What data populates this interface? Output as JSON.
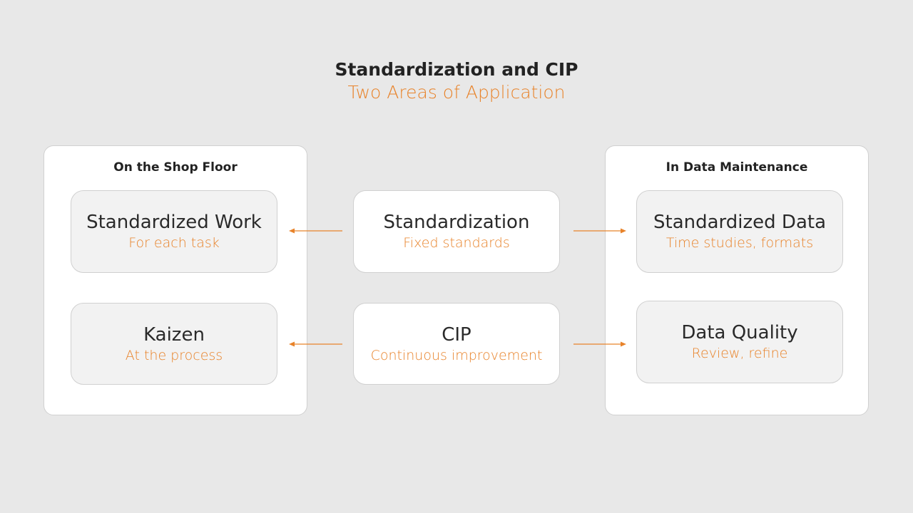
{
  "header": {
    "title": "Standardization and CIP",
    "subtitle": "Two Areas of Application"
  },
  "colors": {
    "accent": "#e8832a",
    "background": "#e8e8e8"
  },
  "left_panel": {
    "title": "On the Shop Floor",
    "boxes": [
      {
        "head": "Standardized Work",
        "sub": "For each task"
      },
      {
        "head": "Kaizen",
        "sub": "At the process"
      }
    ]
  },
  "center": {
    "boxes": [
      {
        "head": "Standardization",
        "sub": "Fixed standards"
      },
      {
        "head": "CIP",
        "sub": "Continuous improvement"
      }
    ]
  },
  "right_panel": {
    "title": "In Data Maintenance",
    "boxes": [
      {
        "head": "Standardized Data",
        "sub": "Time studies, formats"
      },
      {
        "head": "Data Quality",
        "sub": "Review, refine"
      }
    ]
  }
}
